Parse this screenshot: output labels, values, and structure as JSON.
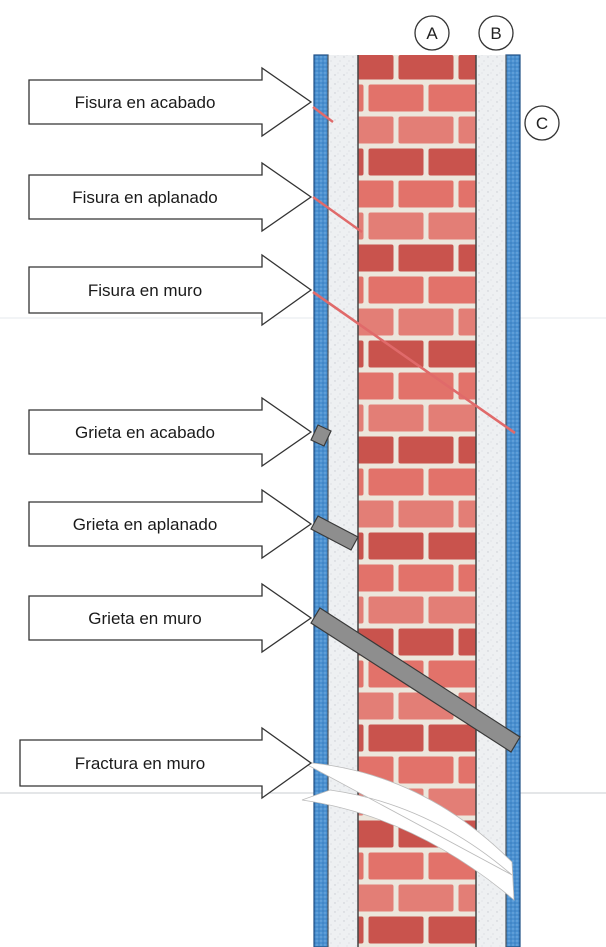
{
  "layers": [
    {
      "letter": "A"
    },
    {
      "letter": "B"
    },
    {
      "letter": "C"
    }
  ],
  "arrows": [
    {
      "label": "Fisura en acabado",
      "defect": "line"
    },
    {
      "label": "Fisura en aplanado",
      "defect": "line"
    },
    {
      "label": "Fisura en muro",
      "defect": "line"
    },
    {
      "label": "Grieta en acabado",
      "defect": "gap"
    },
    {
      "label": "Grieta en aplanado",
      "defect": "gap"
    },
    {
      "label": "Grieta en muro",
      "defect": "gap"
    },
    {
      "label": "Fractura en  muro",
      "defect": "fracture"
    }
  ],
  "colors": {
    "brick": "#e2726a",
    "brick_dark": "#c9534d",
    "mortar": "#ece6dc",
    "plaster": "#eef0f2",
    "finish": "#4a90d0",
    "finish_dark": "#2a5f99",
    "fissure": "#e06a6a",
    "crack": "#8e8e8e",
    "outline": "#333333"
  }
}
